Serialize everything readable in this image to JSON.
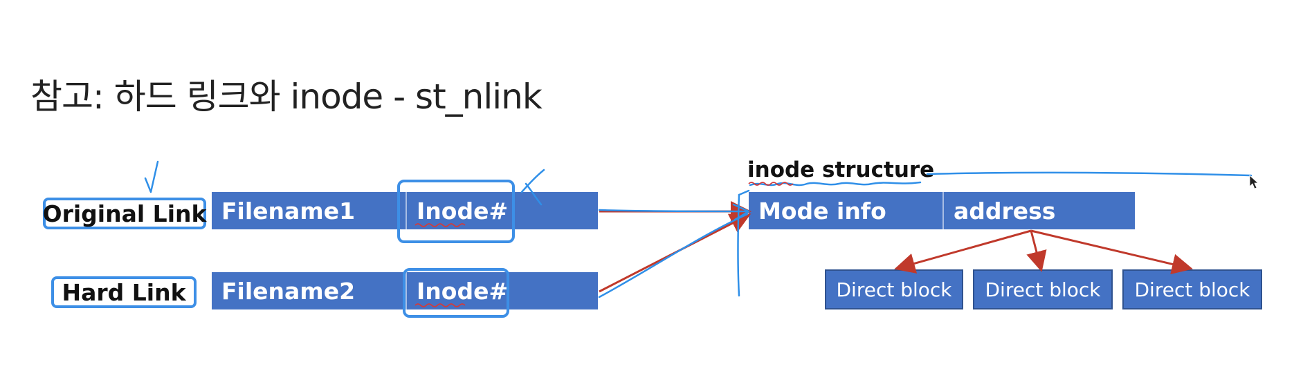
{
  "slide": {
    "title": "참고: 하드 링크와 inode - st_nlink"
  },
  "links": {
    "original_label": "Original Link",
    "hard_label": "Hard Link"
  },
  "entries": [
    {
      "filename": "Filename1",
      "inode": "Inode#"
    },
    {
      "filename": "Filename2",
      "inode": "Inode#"
    }
  ],
  "inode_structure": {
    "label": "inode structure",
    "mode_info": "Mode info",
    "address": "address"
  },
  "blocks": [
    "Direct block",
    "Direct block",
    "Direct block"
  ],
  "colors": {
    "box_fill": "#4472c4",
    "highlight": "#3d8fe6",
    "arrow": "#c0392b",
    "pen": "#2f8fe8"
  }
}
